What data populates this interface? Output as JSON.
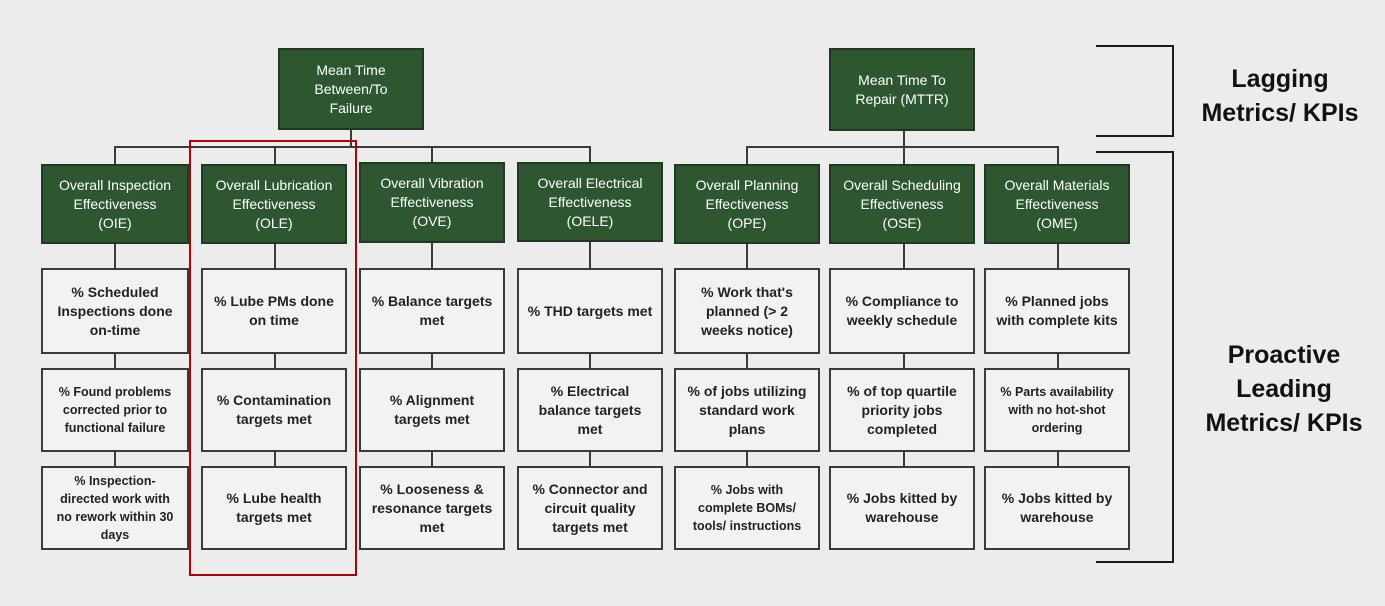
{
  "top_metrics": [
    {
      "label": "Mean Time\nBetween/To\nFailure"
    },
    {
      "label": "Mean Time To\nRepair (MTTR)"
    }
  ],
  "columns": [
    {
      "header": "Overall Inspection\nEffectiveness\n(OIE)",
      "kpis": [
        "% Scheduled\nInspections done\non-time",
        "% Found problems\ncorrected prior to\nfunctional failure",
        "% Inspection-\ndirected work with\nno rework within 30\ndays"
      ]
    },
    {
      "header": "Overall Lubrication\nEffectiveness\n(OLE)",
      "kpis": [
        "% Lube PMs done\non time",
        "% Contamination\ntargets met",
        "% Lube health\ntargets met"
      ]
    },
    {
      "header": "Overall Vibration\nEffectiveness\n(OVE)",
      "kpis": [
        "% Balance targets\nmet",
        "% Alignment\ntargets met",
        "% Looseness &\nresonance targets\nmet"
      ]
    },
    {
      "header": "Overall Electrical\nEffectiveness\n(OELE)",
      "kpis": [
        "% THD targets met",
        "% Electrical\nbalance targets\nmet",
        "% Connector and\ncircuit quality\ntargets met"
      ]
    },
    {
      "header": "Overall Planning\nEffectiveness\n(OPE)",
      "kpis": [
        "% Work that's\nplanned (> 2\nweeks notice)",
        "% of jobs utilizing\nstandard work\nplans",
        "% Jobs with\ncomplete BOMs/\ntools/ instructions"
      ]
    },
    {
      "header": "Overall Scheduling\nEffectiveness\n(OSE)",
      "kpis": [
        "% Compliance to\nweekly schedule",
        "% of top quartile\npriority jobs\ncompleted",
        "% Jobs kitted by\nwarehouse"
      ]
    },
    {
      "header": "Overall Materials\nEffectiveness\n(OME)",
      "kpis": [
        "% Planned jobs\nwith complete kits",
        "% Parts availability\nwith no hot-shot\nordering",
        "% Jobs kitted by\nwarehouse"
      ]
    }
  ],
  "side_labels": {
    "lagging": "Lagging\nMetrics/ KPIs",
    "leading": "Proactive\nLeading\nMetrics/ KPIs"
  },
  "colors": {
    "header_fill": "#2e5631",
    "header_text": "#ffffff",
    "kpi_fill": "#f2f2f2",
    "highlight": "#b30000",
    "background": "#ececec"
  }
}
